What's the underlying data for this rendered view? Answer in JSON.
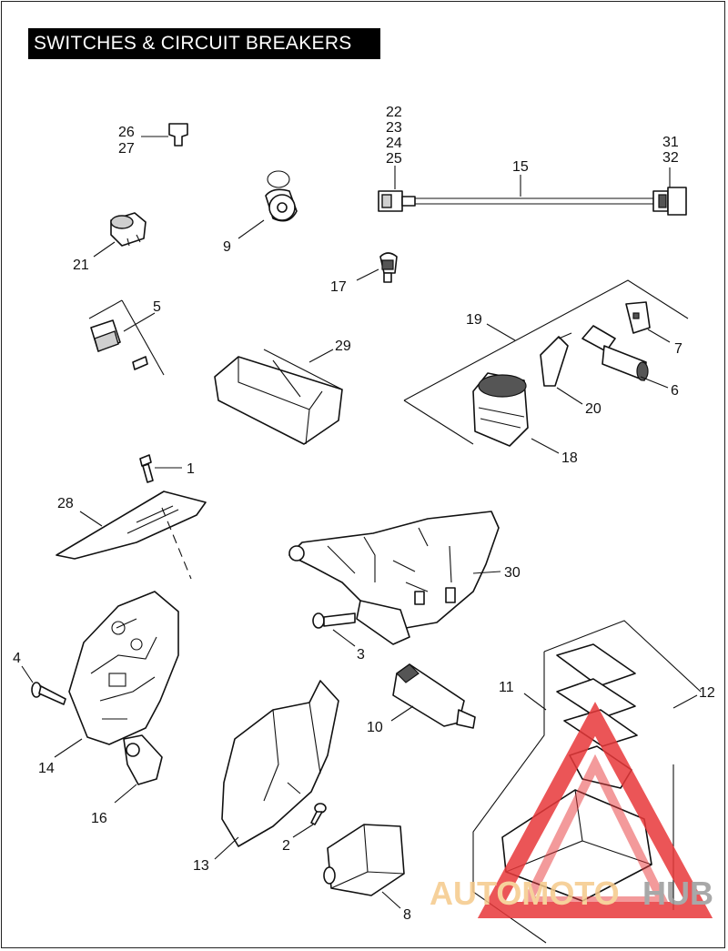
{
  "title": "SWITCHES & CIRCUIT BREAKERS",
  "callouts": {
    "c1": "1",
    "c2": "2",
    "c3": "3",
    "c4": "4",
    "c5": "5",
    "c6": "6",
    "c7": "7",
    "c8": "8",
    "c9": "9",
    "c10": "10",
    "c11": "11",
    "c12": "12",
    "c13": "13",
    "c14": "14",
    "c15": "15",
    "c16": "16",
    "c17": "17",
    "c18": "18",
    "c19": "19",
    "c20": "20",
    "c21": "21",
    "c22": "22",
    "c23": "23",
    "c24": "24",
    "c25": "25",
    "c26": "26",
    "c27": "27",
    "c28": "28",
    "c29": "29",
    "c30": "30",
    "c31": "31",
    "c32": "32"
  },
  "watermark": {
    "part1": "AUTOMOTO",
    "part2": "HUB",
    "color1": "#f5c98a",
    "color2": "#9a9a9a",
    "triangle_color": "#e8383a"
  }
}
